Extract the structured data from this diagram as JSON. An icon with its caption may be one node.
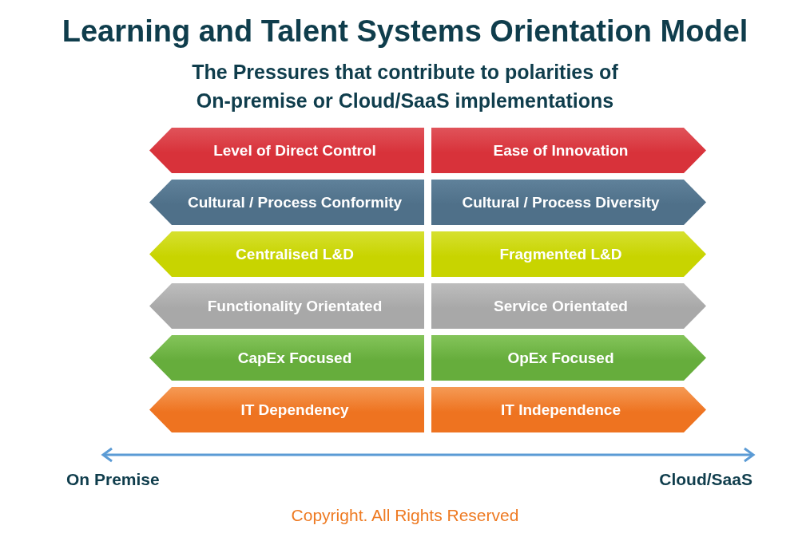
{
  "diagram": {
    "title": "Learning and Talent Systems Orientation Model",
    "caption": "The Pressures that contribute to polarities of On-premise or Cloud/SaaS implementations",
    "nodes": [
      {
        "text": [
          "Level of Direct Control"
        ]
      },
      {
        "text": [
          "Ease of Innovation"
        ]
      },
      {
        "text": [
          "Cultural / Process Conformity"
        ]
      },
      {
        "text": [
          "Cultural  / Process Diversity"
        ]
      },
      {
        "text": [
          "Centralised L&D"
        ]
      },
      {
        "text": [
          "Fragmented L&D"
        ]
      },
      {
        "text": [
          "Functionality Orientated"
        ]
      },
      {
        "text": [
          "Service Orientated"
        ]
      },
      {
        "text": [
          "CapEx Focused"
        ]
      },
      {
        "text": [
          "OpEx Focused"
        ]
      },
      {
        "text": [
          "IT Dependency"
        ]
      },
      {
        "text": [
          "IT Independence"
        ]
      }
    ],
    "labels": [
      "On Premise",
      "Cloud/SaaS",
      "Copyright. All Rights Reserved"
    ]
  }
}
